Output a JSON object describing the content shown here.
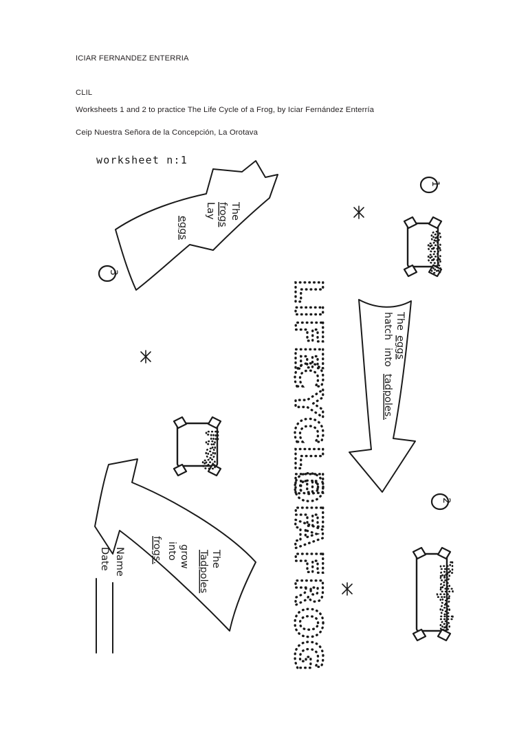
{
  "document": {
    "header": {
      "author": "ICIAR FERNANDEZ ENTERRIA",
      "programme": "CLIL"
    },
    "intro": {
      "line1": "Worksheets 1 and 2 to practice The Life Cycle of a Frog, by Iciar Fernández Enterría",
      "line2": "Ceip Nuestra Señora de la Concepción, La Orotava"
    }
  },
  "worksheet": {
    "label": "worksheet n:1",
    "traceable_title": {
      "word1": "LIFE",
      "word2": "CYCLE",
      "word3": "OF",
      "word4": "A",
      "word5": "FROG",
      "full": "LIFE CYCLE OF A FROG"
    },
    "steps": [
      {
        "number": "1",
        "stage_label": "eggs",
        "sentence_lines": [
          "The",
          "eggs",
          "hatch",
          "into",
          "tadpoles."
        ],
        "sentence": "The eggs hatch into tadpoles."
      },
      {
        "number": "2",
        "stage_label": "Tadpole",
        "sentence_lines": [
          "The",
          "Tadpoles",
          "grow",
          "into",
          "frogs."
        ],
        "sentence": "The Tadpoles grow into frogs."
      },
      {
        "number": "3",
        "stage_label": "Frog",
        "sentence_lines": [
          "The",
          "frogs",
          "Lay",
          "eggs"
        ],
        "sentence": "The frogs Lay eggs"
      }
    ],
    "name_field": {
      "label": "Name",
      "value": ""
    },
    "date_field": {
      "label": "Date",
      "value": ""
    },
    "marks": {
      "star_glyph": "*",
      "count": 3
    },
    "colors": {
      "ink": "#1a1a1a",
      "paper": "#ffffff",
      "text": "#231f20"
    }
  }
}
